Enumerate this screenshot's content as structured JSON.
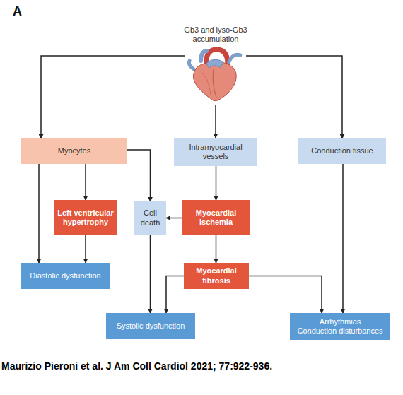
{
  "diagram": {
    "caption": "Maurizio Pieroni et al. J Am Coll Cardiol 2021; 77:922-936.",
    "nodes": [
      {
        "text": [
          "Gb3 and lyso-Gb3 accumulation"
        ]
      },
      {
        "text": [
          "Myocytes"
        ]
      },
      {
        "text": [
          "Intramyocardial vessels"
        ]
      },
      {
        "text": [
          "Conduction tissue"
        ]
      },
      {
        "text": [
          "Left ventricular hypertrophy"
        ]
      },
      {
        "text": [
          "Cell death"
        ]
      },
      {
        "text": [
          "Myocardial ischemia"
        ]
      },
      {
        "text": [
          "Diastolic dysfunction"
        ]
      },
      {
        "text": [
          "Myocardial fibrosis"
        ]
      },
      {
        "text": [
          "Systolic dysfunction"
        ]
      },
      {
        "text": [
          "Arrhythmias",
          "Conduction disturbances"
        ]
      }
    ],
    "edges": [
      {
        "from": 0,
        "to": 1,
        "arrow": "to"
      },
      {
        "from": 0,
        "to": 2,
        "arrow": "to"
      },
      {
        "from": 0,
        "to": 3,
        "arrow": "to"
      },
      {
        "from": 1,
        "to": 4,
        "arrow": "to"
      },
      {
        "from": 1,
        "to": 7,
        "arrow": "to"
      },
      {
        "from": 1,
        "to": 5,
        "arrow": "to"
      },
      {
        "from": 4,
        "to": 7,
        "arrow": "to"
      },
      {
        "from": 2,
        "to": 6,
        "arrow": "to"
      },
      {
        "from": 6,
        "to": 5,
        "arrow": "to"
      },
      {
        "from": 6,
        "to": 8,
        "arrow": "to"
      },
      {
        "from": 5,
        "to": 9,
        "arrow": "to"
      },
      {
        "from": 8,
        "to": 9,
        "arrow": "to"
      },
      {
        "from": 8,
        "to": 10,
        "arrow": "to"
      },
      {
        "from": 3,
        "to": 10,
        "arrow": "to"
      }
    ],
    "labels": [
      "A"
    ]
  }
}
